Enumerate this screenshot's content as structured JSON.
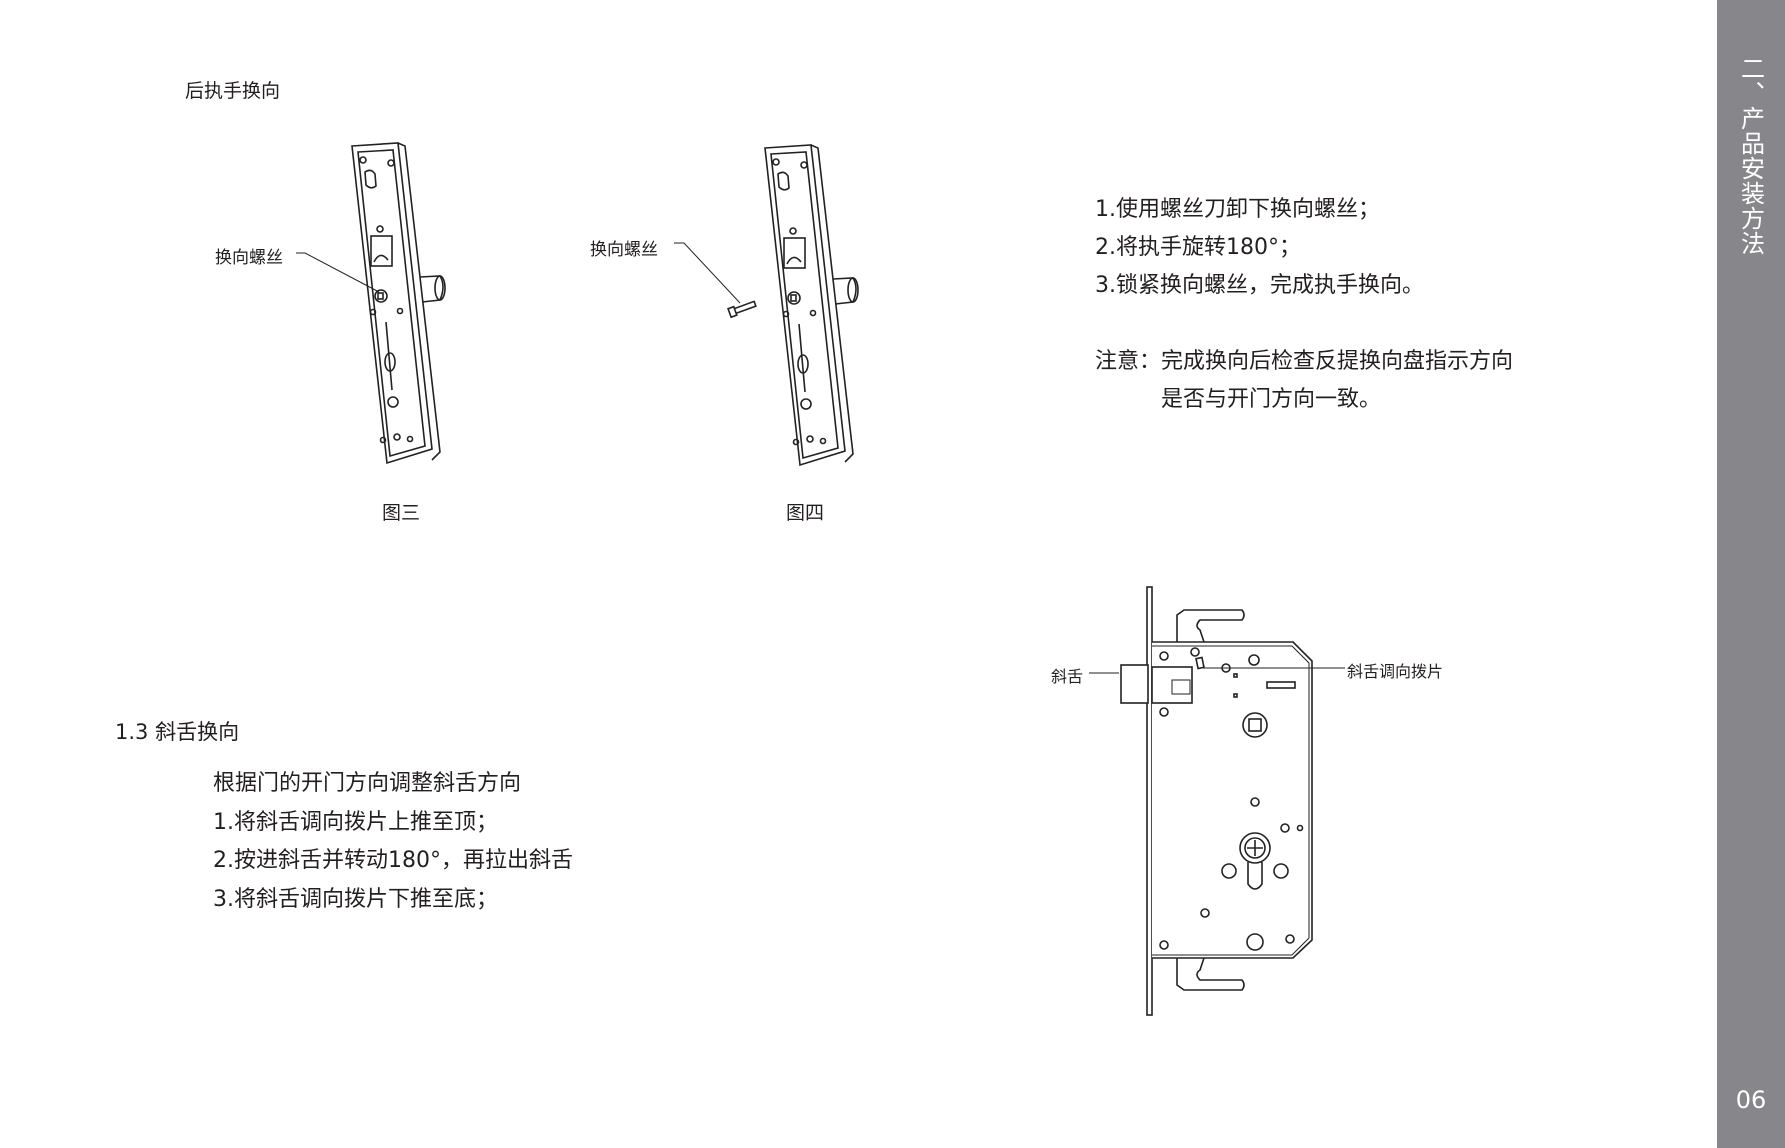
{
  "section_handle": {
    "title": "后执手换向",
    "figure3": {
      "callout": "换向螺丝",
      "caption": "图三"
    },
    "figure4": {
      "callout": "换向螺丝",
      "caption": "图四"
    },
    "steps": [
      "1.使用螺丝刀卸下换向螺丝；",
      "2.将执手旋转180°；",
      "3.锁紧换向螺丝，完成执手换向。"
    ],
    "note_label": "注意：",
    "note_lines": [
      "完成换向后检查反提换向盘指示方向",
      "是否与开门方向一致。"
    ]
  },
  "section_latch": {
    "title": "1.3 斜舌换向",
    "lines": [
      "根据门的开门方向调整斜舌方向",
      "1.将斜舌调向拨片上推至顶；",
      "2.按进斜舌并转动180°，再拉出斜舌",
      "3.将斜舌调向拨片下推至底；"
    ],
    "callout_latch": "斜舌",
    "callout_lever": "斜舌调向拨片"
  },
  "sidebar": {
    "title": "二、产品安装方法",
    "page_number": "06",
    "color": "#87878b"
  }
}
